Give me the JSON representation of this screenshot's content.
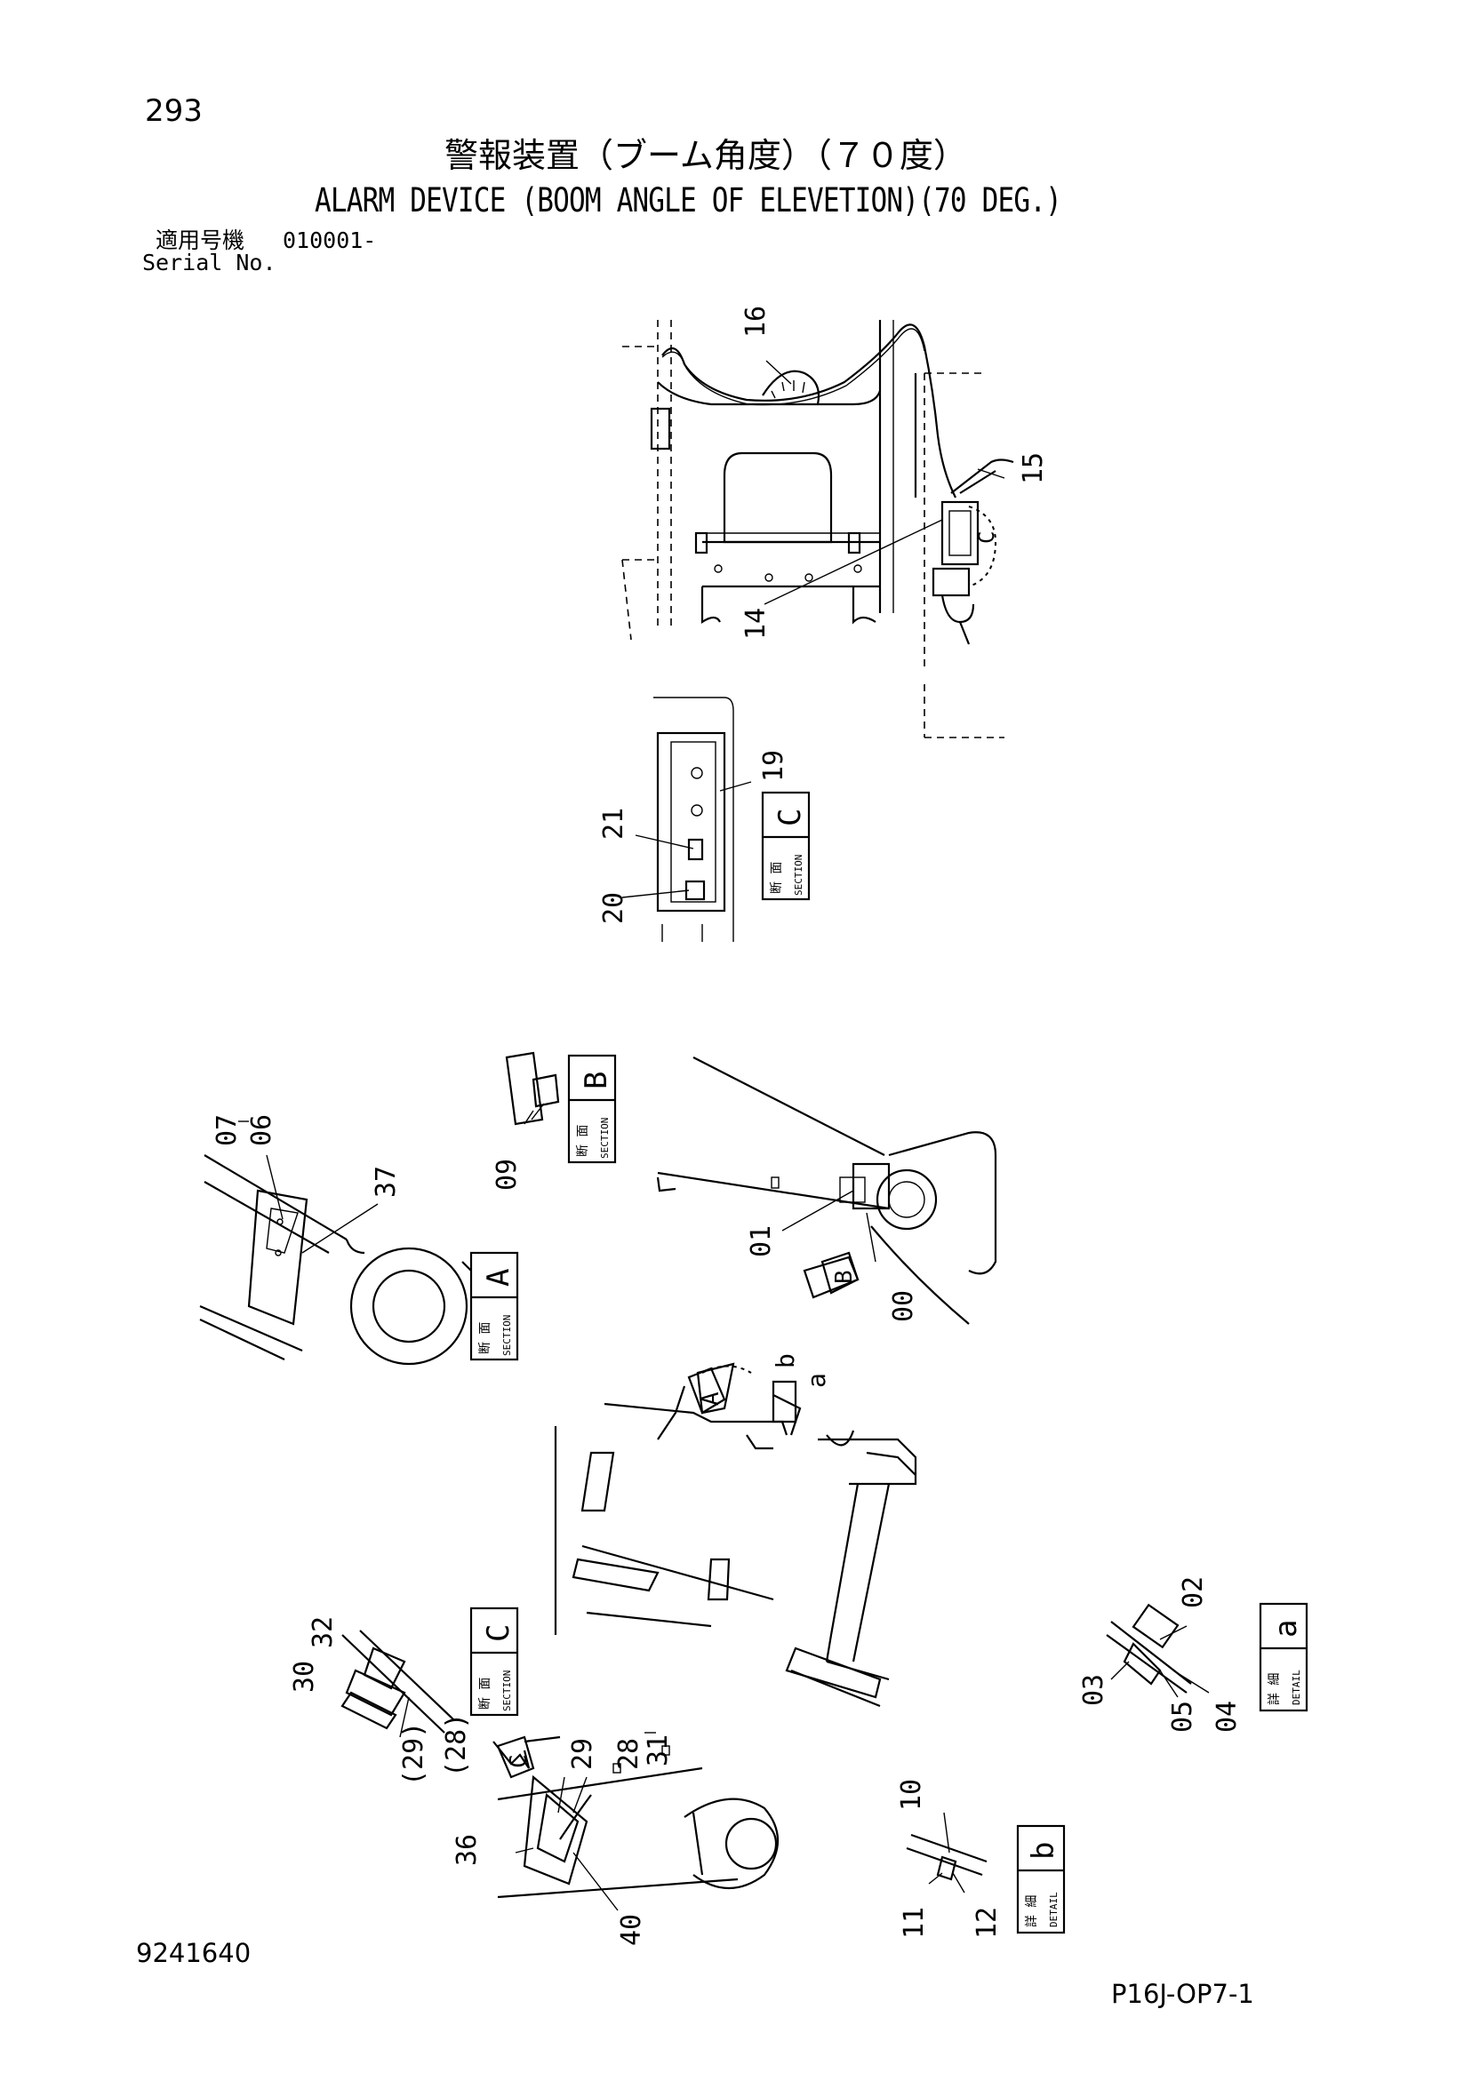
{
  "page_number": "293",
  "title_jp": "警報装置（ブーム角度）（７０度）",
  "title_en": "ALARM DEVICE (BOOM ANGLE OF ELEVETION)(70 DEG.)",
  "serial": {
    "label_jp": "適用号機",
    "value": "010001-",
    "label_en": "Serial No."
  },
  "doc_number": "9241640",
  "page_code": "P16J-OP7-1",
  "section_labels": {
    "jp": "断 面",
    "en": "SECTION",
    "detail_jp": "詳 細",
    "detail_en": "DETAIL"
  },
  "section_letters": [
    "C",
    "B",
    "A",
    "C"
  ],
  "detail_letters": [
    "a",
    "b"
  ],
  "view_arrows": [
    "B",
    "A",
    "C"
  ],
  "leader_letters": [
    "b",
    "a",
    "C"
  ],
  "part_numbers": [
    "16",
    "15",
    "14",
    "19",
    "21",
    "20",
    "07",
    "06",
    "37",
    "09",
    "01",
    "00",
    "02",
    "03",
    "05",
    "04",
    "32",
    "30",
    "(29)",
    "(28)",
    "29",
    "28",
    "31",
    "36",
    "40",
    "10",
    "11",
    "12"
  ]
}
